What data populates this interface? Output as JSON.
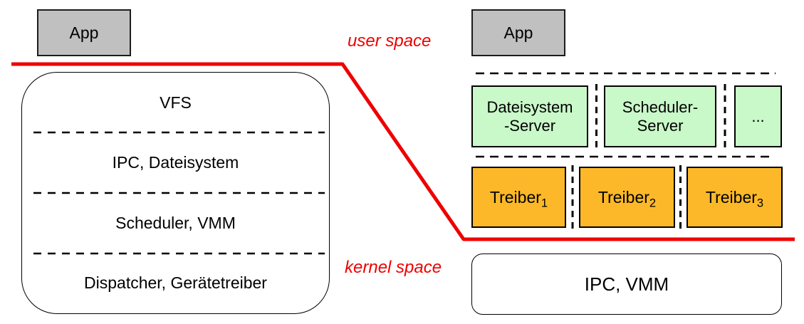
{
  "diagram": {
    "left": {
      "app": "App",
      "layers": [
        "VFS",
        "IPC, Dateisystem",
        "Scheduler, VMM",
        "Dispatcher, Gerätetreiber"
      ]
    },
    "divider": {
      "user_space": "user space",
      "kernel_space": "kernel space"
    },
    "right": {
      "app": "App",
      "servers": [
        {
          "line1": "Dateisystem",
          "line2": "-Server"
        },
        {
          "line1": "Scheduler-",
          "line2": "Server"
        },
        {
          "line1": "..."
        }
      ],
      "drivers": [
        {
          "base": "Treiber",
          "sub": "1"
        },
        {
          "base": "Treiber",
          "sub": "2"
        },
        {
          "base": "Treiber",
          "sub": "3"
        }
      ],
      "kernel": "IPC, VMM"
    },
    "colors": {
      "app_fill": "#c0c0c0",
      "server_fill": "#c9f8c9",
      "driver_fill": "#fcb828",
      "divider_red": "#ee0000",
      "border": "#000000"
    }
  }
}
